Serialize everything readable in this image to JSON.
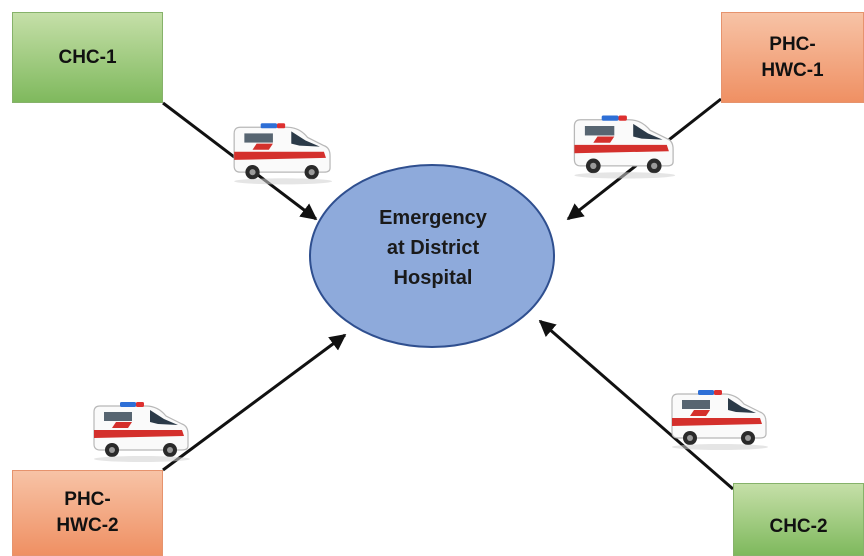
{
  "center": {
    "lines": [
      "Emergency",
      "at District",
      "Hospital"
    ],
    "fill": "#8eaadb"
  },
  "nodes": {
    "chc1": {
      "lines": [
        "CHC-1"
      ]
    },
    "phc_hwc1": {
      "lines": [
        "PHC-",
        "HWC-1"
      ]
    },
    "phc_hwc2": {
      "lines": [
        "PHC-",
        "HWC-2"
      ]
    },
    "chc2": {
      "lines": [
        "CHC-2"
      ]
    }
  },
  "icons": [
    "ambulance-icon",
    "ambulance-icon",
    "ambulance-icon",
    "ambulance-icon"
  ],
  "colors": {
    "chc_fill": "#7fb95d",
    "phc_fill": "#ef9063",
    "hospital_fill": "#8eaadb",
    "arrow": "#111111"
  }
}
